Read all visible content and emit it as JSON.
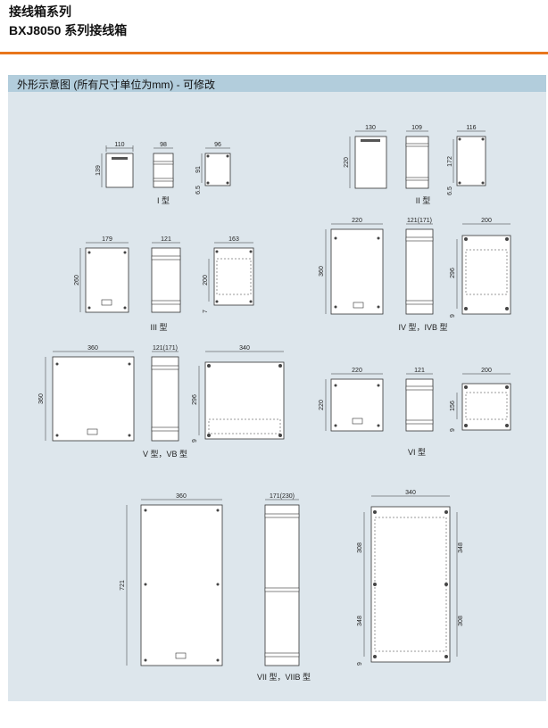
{
  "header": {
    "title": "接线箱系列",
    "subtitle": "BXJ8050 系列接线箱"
  },
  "section": {
    "title": "外形示意图 (所有尺寸单位为mm) - 可修改"
  },
  "types": {
    "t1": {
      "caption": "I 型",
      "w": "110",
      "d": "98",
      "h": "139",
      "mw": "96",
      "mh": "91",
      "off": "6.5"
    },
    "t2": {
      "caption": "II 型",
      "w": "130",
      "d": "109",
      "h": "220",
      "mw": "116",
      "mh": "172",
      "off": "6.5"
    },
    "t3": {
      "caption": "III 型",
      "w": "179",
      "d": "121",
      "h": "260",
      "mw": "163",
      "mh": "200",
      "off": "7"
    },
    "t4": {
      "caption": "IV 型，IVB 型",
      "w": "220",
      "d": "121(171)",
      "h": "360",
      "mw": "200",
      "mh": "296",
      "off": "9"
    },
    "t5": {
      "caption": "V 型，VB 型",
      "w": "360",
      "d": "121(171)",
      "h": "360",
      "mw": "340",
      "mh": "296",
      "off": "9"
    },
    "t6": {
      "caption": "VI 型",
      "w": "220",
      "d": "121",
      "h": "220",
      "mw": "200",
      "mh": "156",
      "off": "9"
    },
    "t7": {
      "caption": "VII 型，VIIB 型",
      "w": "360",
      "d": "171(230)",
      "h": "721",
      "mw": "340",
      "mh1": "308",
      "mh2": "348",
      "mh3": "348",
      "mh4": "308",
      "off": "9"
    }
  }
}
